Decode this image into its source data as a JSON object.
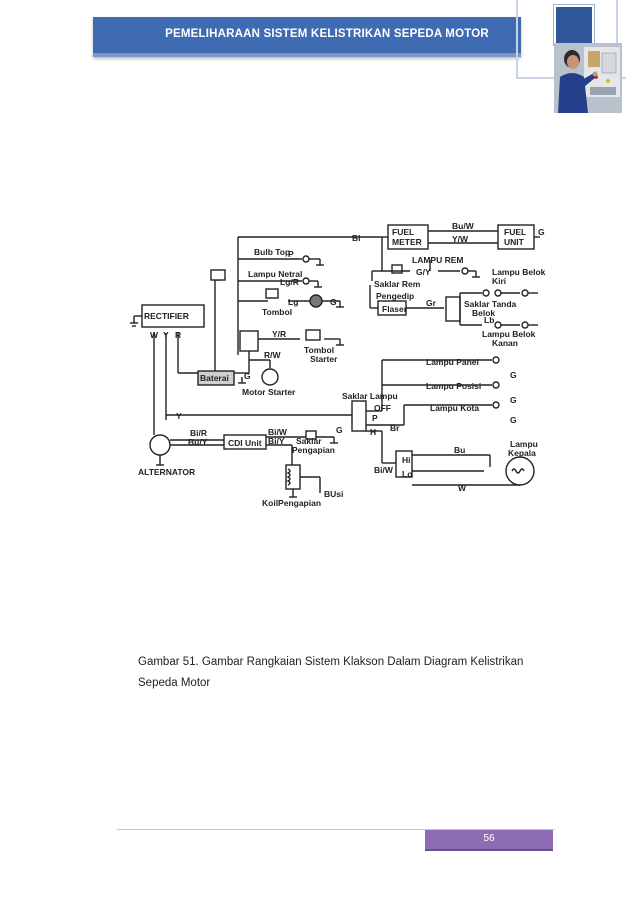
{
  "header": {
    "title": "PEMELIHARAAN SISTEM KELISTRIKAN SEPEDA MOTOR"
  },
  "diagram": {
    "labels": {
      "bulb_top": "Bulb Top",
      "p1": "P",
      "lampu_netral": "Lampu Netral",
      "lgr": "Lg/R",
      "lg": "Lg",
      "g": "G",
      "tombol": "Tombol",
      "bl": "Bl",
      "fuel_meter_1": "FUEL",
      "fuel_meter_2": "METER",
      "buw": "Bu/W",
      "yw": "Y/W",
      "fuel_unit_1": "FUEL",
      "fuel_unit_2": "UNIT",
      "lampu_rem": "LAMPU REM",
      "saklar_rem": "Saklar Rem",
      "gy": "G/Y",
      "lampu_belok_kiri_1": "Lampu Belok",
      "lampu_belok_kiri_2": "Kiri",
      "pengedip": "Pengedip",
      "flaser": "Flaser",
      "gr": "Gr",
      "saklar_tanda_1": "Saklar Tanda",
      "saklar_tanda_2": "Belok",
      "lb": "Lb",
      "lampu_belok_kanan_1": "Lampu Belok",
      "lampu_belok_kanan_2": "Kanan",
      "rectifier": "RECTIFIER",
      "w": "W",
      "y": "Y",
      "r": "R",
      "yr": "Y/R",
      "rw": "R/W",
      "tombol_starter_1": "Tombol",
      "tombol_starter_2": "Starter",
      "baterai": "Baterai",
      "motor_starter": "Motor Starter",
      "lampu_panel": "Lampu Panel",
      "lampu_posisi": "Lampu Posisi",
      "lampu_kota": "Lampu Kota",
      "saklar_lampu": "Saklar Lampu",
      "off": "OFF",
      "h": "H",
      "br": "Br",
      "y_line": "Y",
      "bir": "Bi/R",
      "buy": "Bu/Y",
      "cdi_unit": "CDI Unit",
      "biw": "Bi/W",
      "biy": "Bi/Y",
      "saklar_pengapian_1": "Saklar",
      "saklar_pengapian_2": "Pengapian",
      "alternator": "ALTERNATOR",
      "koil_pengapian": "KoilPengapian",
      "busi": "BUsi",
      "biw2": "Bi/W",
      "hi": "Hi",
      "lo": "Lo",
      "bu": "Bu",
      "w2": "W",
      "lampu_kepala_1": "Lampu",
      "lampu_kepala_2": "Kepala"
    }
  },
  "caption": {
    "line1": "Gambar 51. Gambar Rangkaian Sistem Klakson Dalam Diagram Kelistrikan",
    "line2": "Sepeda Motor"
  },
  "footer": {
    "page_number": "56"
  },
  "colors": {
    "header_blue": "#3f6bb3",
    "footer_purple": "#8e6cb3"
  }
}
